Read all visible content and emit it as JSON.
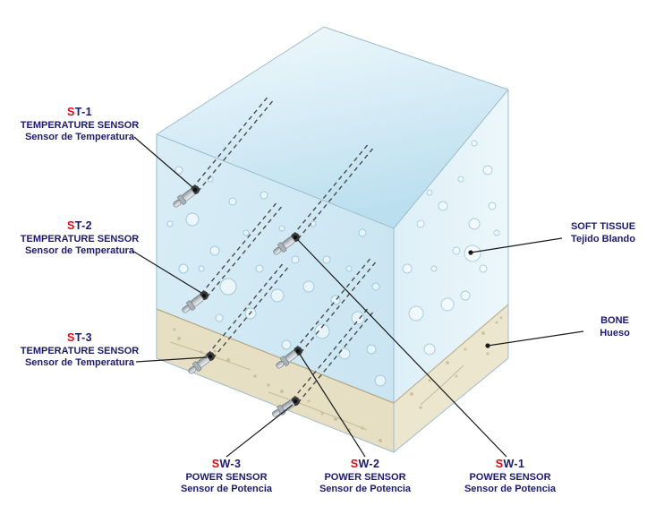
{
  "colors": {
    "label-blue": "#1c1a6d",
    "accent-red": "#e30613"
  },
  "labels": {
    "st1": {
      "code": "ST-1",
      "line1": "TEMPERATURE SENSOR",
      "line2": "Sensor de Temperatura"
    },
    "st2": {
      "code": "ST-2",
      "line1": "TEMPERATURE SENSOR",
      "line2": "Sensor de Temperatura"
    },
    "st3": {
      "code": "ST-3",
      "line1": "TEMPERATURE SENSOR",
      "line2": "Sensor de Temperatura"
    },
    "sw1": {
      "code": "SW-1",
      "line1": "POWER SENSOR",
      "line2": "Sensor de Potencia"
    },
    "sw2": {
      "code": "SW-2",
      "line1": "POWER SENSOR",
      "line2": "Sensor de Potencia"
    },
    "sw3": {
      "code": "SW-3",
      "line1": "POWER SENSOR",
      "line2": "Sensor de Potencia"
    },
    "soft_tissue": {
      "line1": "SOFT TISSUE",
      "line2": "Tejido Blando"
    },
    "bone": {
      "line1": "BONE",
      "line2": "Hueso"
    }
  }
}
